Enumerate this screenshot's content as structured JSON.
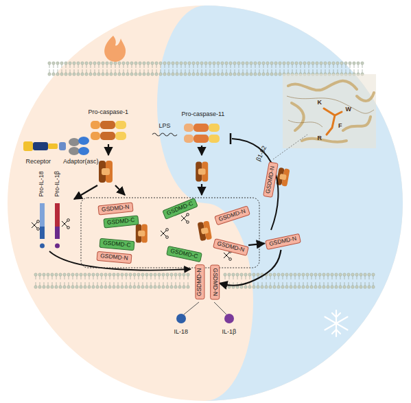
{
  "diagram": {
    "nodes": [
      {
        "text": [
          "GSDMD-N"
        ]
      },
      {
        "text": [
          "GSDMD-C"
        ]
      },
      {
        "text": [
          "GSDMD-C"
        ]
      },
      {
        "text": [
          "GSDMD-N"
        ]
      },
      {
        "text": [
          "GSDMD-C"
        ]
      },
      {
        "text": [
          "GSDMD-N"
        ]
      },
      {
        "text": [
          "GSDMD-C"
        ]
      },
      {
        "text": [
          "GSDMD-N"
        ]
      },
      {
        "text": [
          "GSDMD-N"
        ]
      },
      {
        "text": [
          "GSDMD-N"
        ]
      },
      {
        "text": [
          "GSDMD-N"
        ]
      },
      {
        "text": [
          "GSDMD-N"
        ]
      }
    ],
    "edges": [
      {
        "from": 7,
        "to": 8,
        "arrow": "to"
      },
      {
        "from": 8,
        "to": 11,
        "arrow": "to"
      }
    ],
    "labels": [
      "Receptor",
      "Adaptor(asc)",
      "Pro-caspase-1",
      "LPS",
      "Pro-caspase-11",
      "Pro-IL-18",
      "Pro-IL-1β",
      "IL-18",
      "IL-1β",
      "K",
      "W",
      "F",
      "R",
      "β1-β2"
    ]
  }
}
